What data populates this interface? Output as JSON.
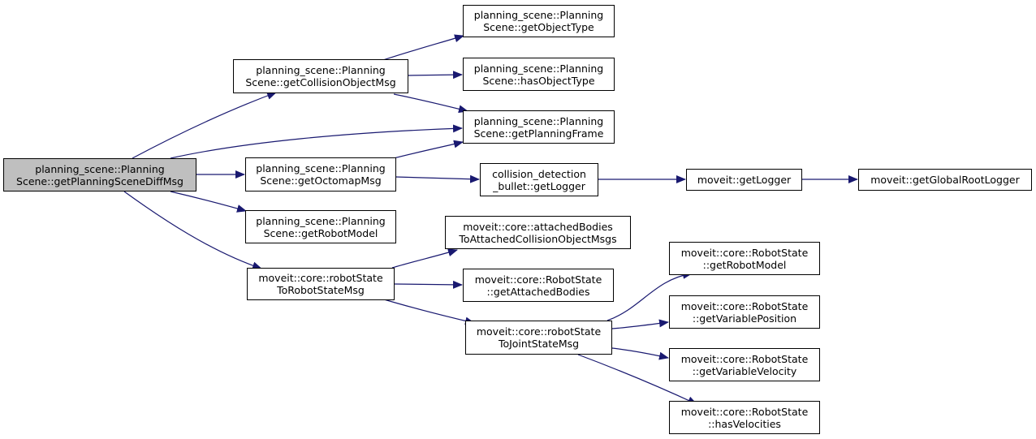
{
  "colors": {
    "edge": "#191970",
    "root_fill": "#bfbfbf",
    "node_fill": "#ffffff",
    "border": "#000000"
  },
  "nodes": {
    "root": {
      "l1": "planning_scene::Planning",
      "l2": "Scene::getPlanningSceneDiffMsg"
    },
    "getCollObjMsg": {
      "l1": "planning_scene::Planning",
      "l2": "Scene::getCollisionObjectMsg"
    },
    "getObjectType": {
      "l1": "planning_scene::Planning",
      "l2": "Scene::getObjectType"
    },
    "hasObjectType": {
      "l1": "planning_scene::Planning",
      "l2": "Scene::hasObjectType"
    },
    "getPlanFrame": {
      "l1": "planning_scene::Planning",
      "l2": "Scene::getPlanningFrame"
    },
    "getOctomapMsg": {
      "l1": "planning_scene::Planning",
      "l2": "Scene::getOctomapMsg"
    },
    "cdbGetLogger": {
      "l1": "collision_detection",
      "l2": "_bullet::getLogger"
    },
    "getLogger": {
      "l1": "moveit::getLogger"
    },
    "getGlobalRoot": {
      "l1": "moveit::getGlobalRootLogger"
    },
    "psGetRobotModel": {
      "l1": "planning_scene::Planning",
      "l2": "Scene::getRobotModel"
    },
    "robotStateToMsg": {
      "l1": "moveit::core::robotState",
      "l2": "ToRobotStateMsg"
    },
    "attachedBodies": {
      "l1": "moveit::core::attachedBodies",
      "l2": "ToAttachedCollisionObjectMsgs"
    },
    "getAttBodies": {
      "l1": "moveit::core::RobotState",
      "l2": "::getAttachedBodies"
    },
    "jointStateMsg": {
      "l1": "moveit::core::robotState",
      "l2": "ToJointStateMsg"
    },
    "rsGetRobotModel": {
      "l1": "moveit::core::RobotState",
      "l2": "::getRobotModel"
    },
    "getVarPos": {
      "l1": "moveit::core::RobotState",
      "l2": "::getVariablePosition"
    },
    "getVarVel": {
      "l1": "moveit::core::RobotState",
      "l2": "::getVariableVelocity"
    },
    "hasVel": {
      "l1": "moveit::core::RobotState",
      "l2": "::hasVelocities"
    }
  }
}
